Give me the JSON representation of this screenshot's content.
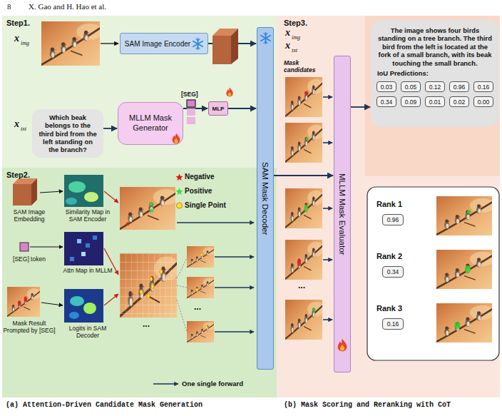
{
  "diagram": {
    "nodes": [
      {
        "text": [
          "Step1."
        ]
      },
      {
        "text": [
          "SAM Image Encoder"
        ],
        "in": 0
      },
      {
        "text": [
          "Which beak belongs to the third bird from the left standing on the branch?"
        ],
        "in": 0
      },
      {
        "text": [
          "MLLM Mask Generator"
        ],
        "in": 0
      },
      {
        "text": [
          "MLP"
        ],
        "in": 0
      },
      {
        "text": [
          "Step2."
        ]
      },
      {
        "text": [
          "SAM Mask Decoder"
        ]
      },
      {
        "text": [
          "Step3."
        ]
      },
      {
        "text": [
          "MLLM Mask Evaluator"
        ],
        "in": 7
      },
      {
        "text": [
          "The image shows four birds standing on a tree branch. The third bird from the left is located at the fork of a small branch, with its beak touching the small branch.",
          "IoU Predictions:"
        ],
        "in": 7
      },
      {
        "text": [
          "0.03"
        ],
        "in": 9
      },
      {
        "text": [
          "0.05"
        ],
        "in": 9
      },
      {
        "text": [
          "0.12"
        ],
        "in": 9
      },
      {
        "text": [
          "0.96"
        ],
        "in": 9
      },
      {
        "text": [
          "0.16"
        ],
        "in": 9
      },
      {
        "text": [
          "0.34"
        ],
        "in": 9
      },
      {
        "text": [
          "0.09"
        ],
        "in": 9
      },
      {
        "text": [
          "0.01"
        ],
        "in": 9
      },
      {
        "text": [
          "0.02"
        ],
        "in": 9
      },
      {
        "text": [
          "0.00"
        ],
        "in": 9
      },
      {
        "text": [
          "0.96"
        ],
        "in": 7
      },
      {
        "text": [
          "0.34"
        ],
        "in": 7
      },
      {
        "text": [
          "0.16"
        ],
        "in": 7
      }
    ],
    "edges": [
      {
        "from": 2,
        "to": 3,
        "arrow": "to"
      },
      {
        "from": 1,
        "to": 6,
        "arrow": "to"
      },
      {
        "from": 3,
        "to": 4,
        "arrow": "to"
      },
      {
        "from": 4,
        "to": 6,
        "arrow": "to"
      },
      {
        "from": 6,
        "to": 8,
        "arrow": "to"
      },
      {
        "from": 8,
        "to": 9,
        "arrow": "to"
      }
    ],
    "labels": [
      "8",
      "X. Gao and H. Hao et al.",
      "x",
      "img",
      "x",
      "txt",
      "[SEG]",
      "SAM Image Embedding",
      "Similarity Map in SAM Encoder",
      "[SEG] token",
      "Attn Map in MLLM",
      "Mask Result Prompted by [SEG]",
      "Logits in SAM Decoder",
      "One single forward",
      "x",
      "img",
      "x",
      "txt",
      "Mask candidates",
      "Rank 1",
      "Rank 2",
      "Rank 3",
      "(a) Attention-Driven Candidate Mask Generation",
      "(b) Mask Scoring and Reranking with CoT",
      "...",
      "...",
      "..."
    ],
    "legend": [
      {
        "text": "Negative"
      },
      {
        "text": "Positive"
      },
      {
        "text": "Single Point"
      }
    ]
  }
}
